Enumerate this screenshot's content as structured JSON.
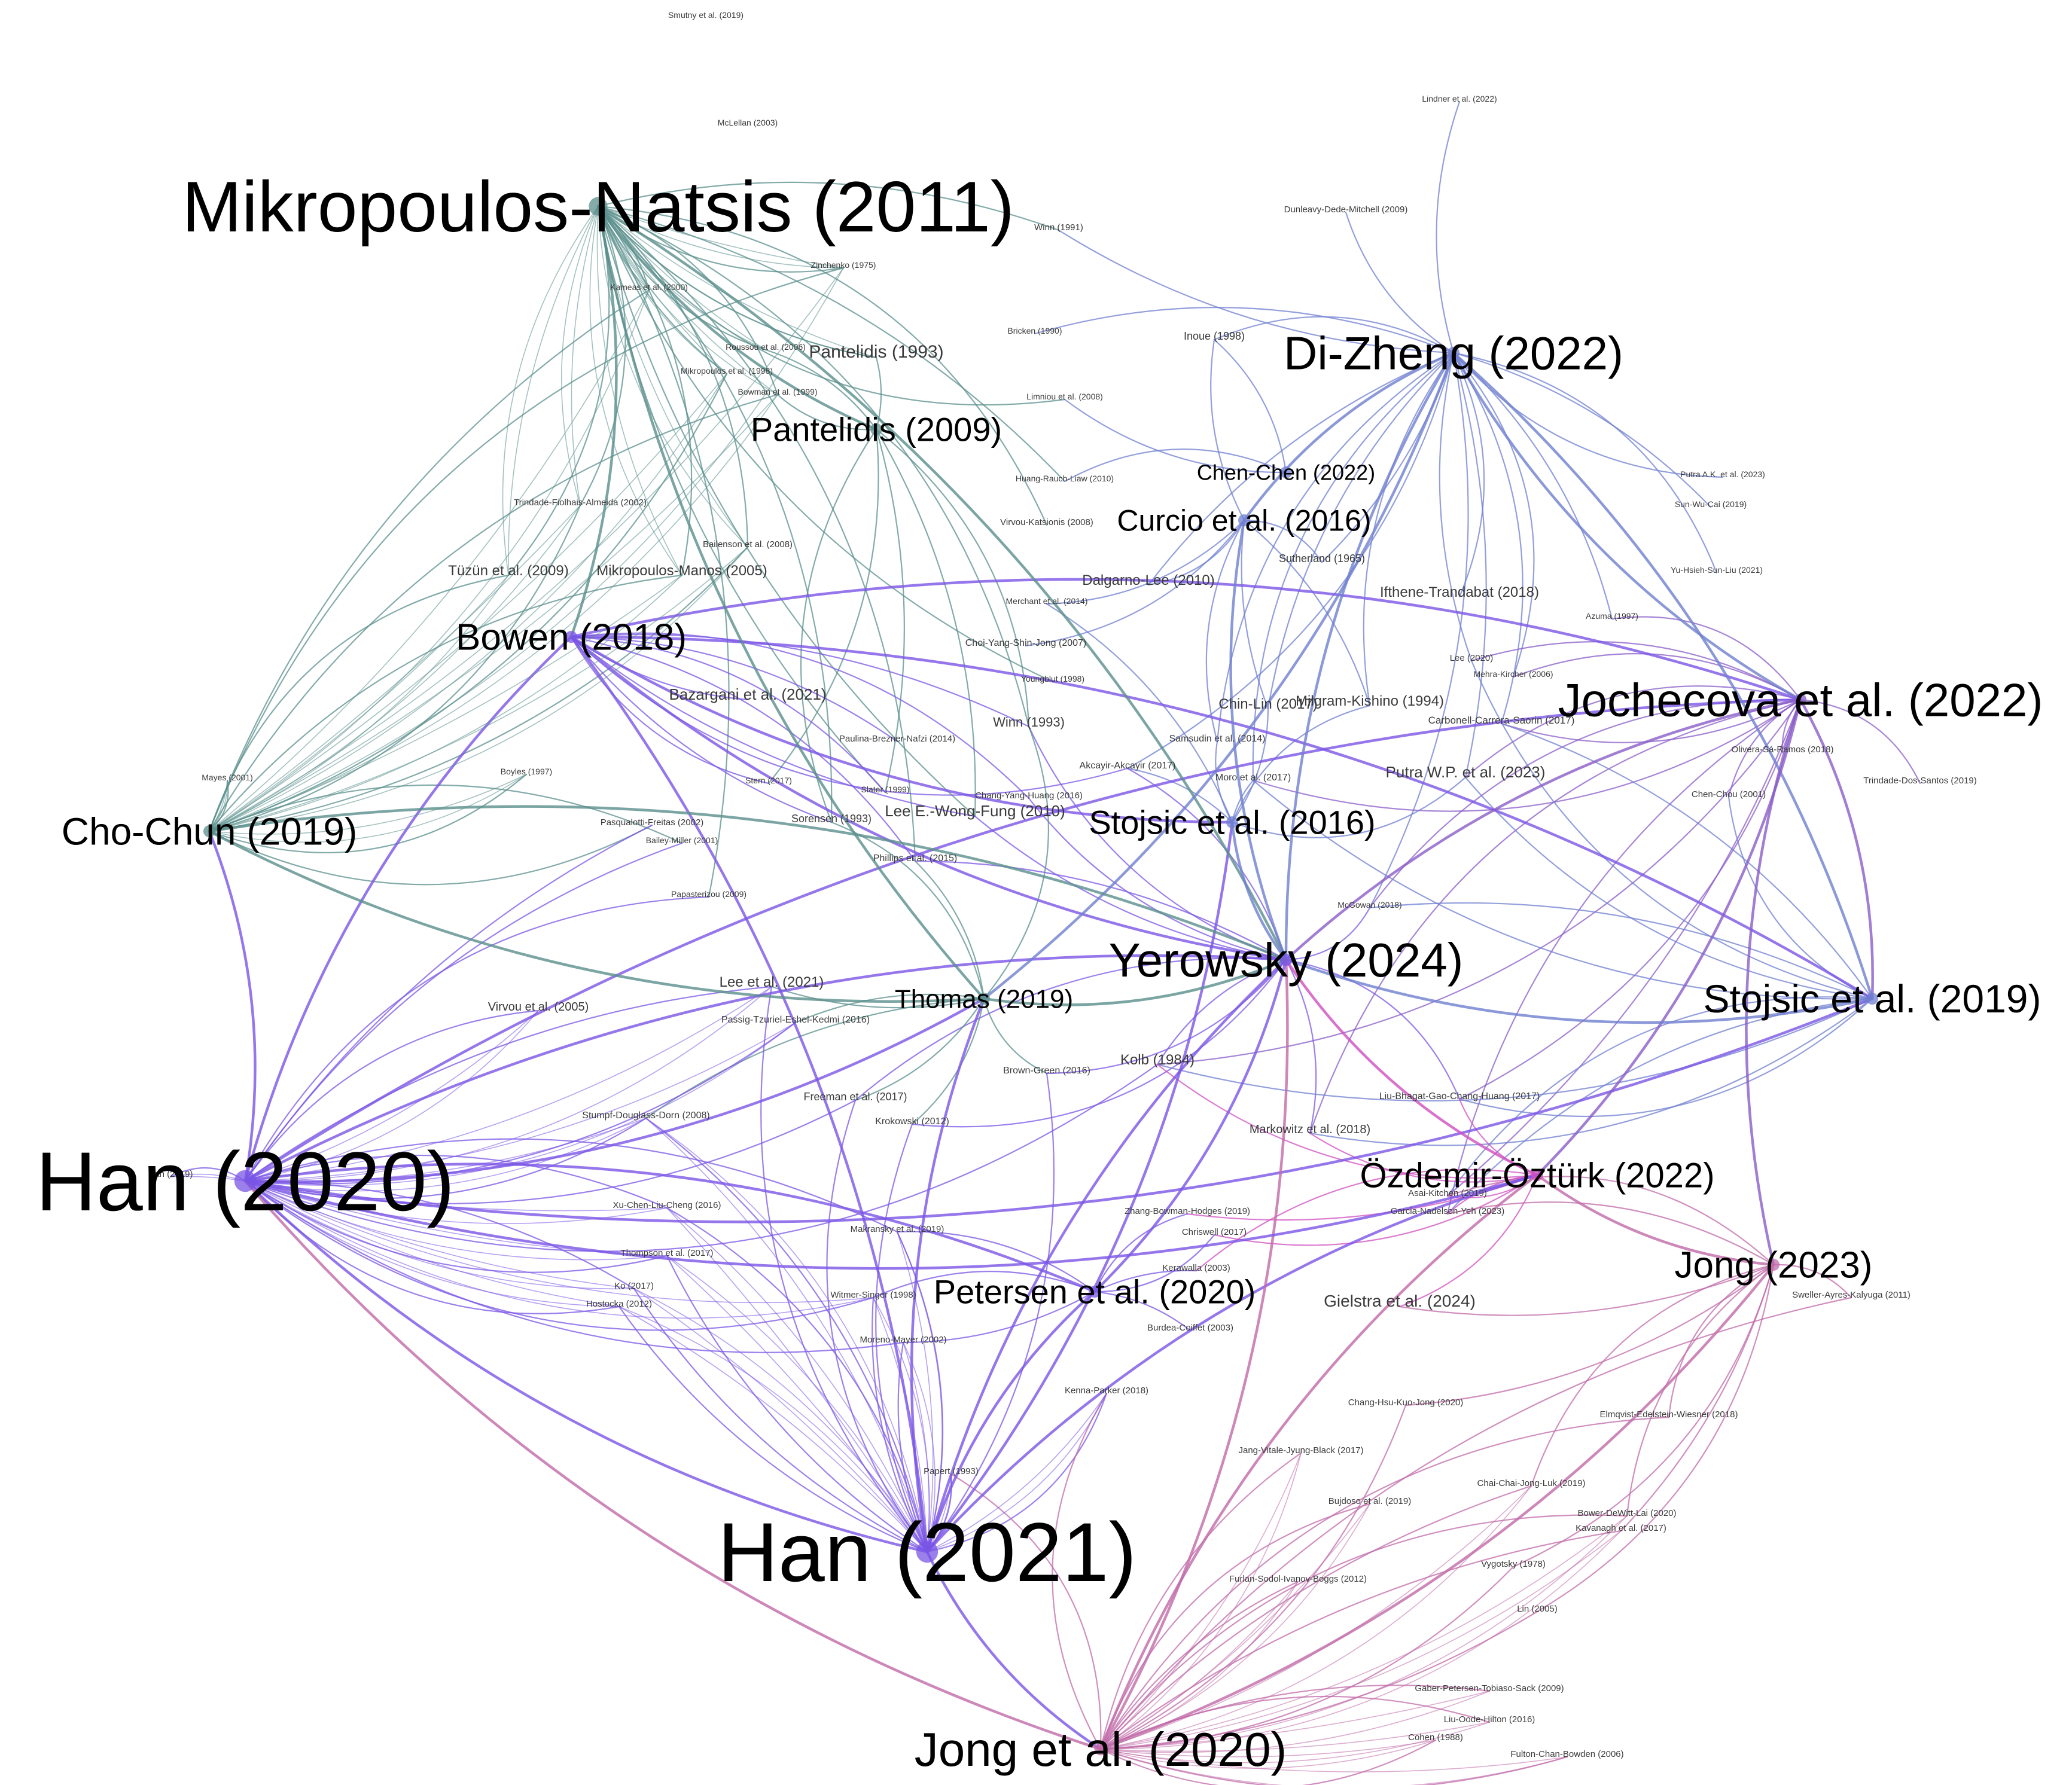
{
  "colors": {
    "teal": "#5a8f8c",
    "blue": "#6f7fd0",
    "purple": "#7a55e6",
    "violet": "#8a5cc8",
    "magenta": "#d04fc0",
    "pink": "#c06aa8"
  },
  "hubs": [
    {
      "id": "mikro",
      "label": "Mikropoulos-Natsis (2011)"
    },
    {
      "id": "dizheng",
      "label": "Di-Zheng (2022)"
    },
    {
      "id": "pantel2009",
      "label": "Pantelidis (2009)"
    },
    {
      "id": "chenchen",
      "label": "Chen-Chen (2022)"
    },
    {
      "id": "curcio",
      "label": "Curcio et al. (2016)"
    },
    {
      "id": "bowen",
      "label": "Bowen (2018)"
    },
    {
      "id": "jochecova",
      "label": "Jochecova et al. (2022)"
    },
    {
      "id": "chochun",
      "label": "Cho-Chun (2019)"
    },
    {
      "id": "stojsic2016",
      "label": "Stojsic et al. (2016)"
    },
    {
      "id": "yerowsky",
      "label": "Yerowsky (2024)"
    },
    {
      "id": "stojsic2019",
      "label": "Stojsic et al. (2019)"
    },
    {
      "id": "thomas",
      "label": "Thomas (2019)"
    },
    {
      "id": "han2020",
      "label": "Han (2020)"
    },
    {
      "id": "ozdemir",
      "label": "Özdemir-Öztürk (2022)"
    },
    {
      "id": "jong2023",
      "label": "Jong (2023)"
    },
    {
      "id": "petersen",
      "label": "Petersen et al. (2020)"
    },
    {
      "id": "han2021",
      "label": "Han (2021)"
    },
    {
      "id": "jong2020",
      "label": "Jong et al. (2020)"
    }
  ],
  "minor_nodes": [
    {
      "id": "smutny",
      "label": "Smutny et al. (2019)"
    },
    {
      "id": "mclellan",
      "label": "McLellan (2003)"
    },
    {
      "id": "lindner",
      "label": "Lindner et al. (2022)"
    },
    {
      "id": "dunleavy",
      "label": "Dunleavy-Dede-Mitchell (2009)"
    },
    {
      "id": "winn91",
      "label": "Winn (1991)"
    },
    {
      "id": "zinchenko",
      "label": "Zinchenko (1975)"
    },
    {
      "id": "kameas",
      "label": "Kameas et al. (2000)"
    },
    {
      "id": "inoue",
      "label": "Inoue (1998)"
    },
    {
      "id": "brickens",
      "label": "Bricken (1990)"
    },
    {
      "id": "pantel1993",
      "label": "Pantelidis (1993)"
    },
    {
      "id": "roussou",
      "label": "Roussou et al. (2006)"
    },
    {
      "id": "mikropoulos98",
      "label": "Mikropoulos et al. (1998)"
    },
    {
      "id": "bowman",
      "label": "Bowman et al. (1999)"
    },
    {
      "id": "limniou",
      "label": "Limniou et al. (2008)"
    },
    {
      "id": "putraak",
      "label": "Putra A.K. et al. (2023)"
    },
    {
      "id": "huang",
      "label": "Huang-Rauch-Liaw (2010)"
    },
    {
      "id": "sunwu",
      "label": "Sun-Wu-Cai (2019)"
    },
    {
      "id": "trindade",
      "label": "Trindade-Fiolhais-Almeida (2002)"
    },
    {
      "id": "virvou08",
      "label": "Virvou-Katsionis (2008)"
    },
    {
      "id": "bailenson",
      "label": "Bailenson et al. (2008)"
    },
    {
      "id": "tuzun",
      "label": "Tüzün et al. (2009)"
    },
    {
      "id": "mikromanos",
      "label": "Mikropoulos-Manos (2005)"
    },
    {
      "id": "sutherland",
      "label": "Sutherland (1965)"
    },
    {
      "id": "yuhsieh",
      "label": "Yu-Hsieh-Sun-Liu (2021)"
    },
    {
      "id": "ifthene",
      "label": "Ifthene-Trandabat (2018)"
    },
    {
      "id": "dalgarno",
      "label": "Dalgarno-Lee (2010)"
    },
    {
      "id": "azuma",
      "label": "Azuma (1997)"
    },
    {
      "id": "merchant",
      "label": "Merchant et al. (2014)"
    },
    {
      "id": "choi",
      "label": "Choi-Yang-Shin-Jong (2007)"
    },
    {
      "id": "lee2020",
      "label": "Lee (2020)"
    },
    {
      "id": "mehra",
      "label": "Mehra-Kircher (2006)"
    },
    {
      "id": "youngblut",
      "label": "Youngblut (1998)"
    },
    {
      "id": "bazargani",
      "label": "Bazargani et al. (2021)"
    },
    {
      "id": "milgram",
      "label": "Milgram-Kishino (1994)"
    },
    {
      "id": "carbonell",
      "label": "Carbonell-Carrera-Saorin (2017)"
    },
    {
      "id": "winn93",
      "label": "Winn (1993)"
    },
    {
      "id": "chinlin",
      "label": "Chin-Lin (2017)"
    },
    {
      "id": "samsudin",
      "label": "Samsudin et al. (2014)"
    },
    {
      "id": "akcayir",
      "label": "Akcayir-Akcayir (2017)"
    },
    {
      "id": "paulina",
      "label": "Paulina-Brezner-Nafzi (2014)"
    },
    {
      "id": "putrawp",
      "label": "Putra W.P. et al. (2023)"
    },
    {
      "id": "mayes",
      "label": "Mayes (2001)"
    },
    {
      "id": "boyles",
      "label": "Boyles (1997)"
    },
    {
      "id": "stern",
      "label": "Stern (2017)"
    },
    {
      "id": "slater",
      "label": "Slater (1999)"
    },
    {
      "id": "chang",
      "label": "Chang-Yang-Huang (2016)"
    },
    {
      "id": "moro",
      "label": "Moro et al. (2017)"
    },
    {
      "id": "pasqualotti",
      "label": "Pasqualotti-Freitas (2002)"
    },
    {
      "id": "sorensen",
      "label": "Sorensen (1993)"
    },
    {
      "id": "leewong",
      "label": "Lee E.-Wong-Fung (2010)"
    },
    {
      "id": "bailey",
      "label": "Bailey-Miller (2001)"
    },
    {
      "id": "phillips",
      "label": "Phillips et al. (2015)"
    },
    {
      "id": "papasterizou",
      "label": "Papasterizou (2009)"
    },
    {
      "id": "mcgowan",
      "label": "McGowan (2018)"
    },
    {
      "id": "leeet",
      "label": "Lee et al. (2021)"
    },
    {
      "id": "virvou05",
      "label": "Virvou et al. (2005)"
    },
    {
      "id": "passig",
      "label": "Passig-Tzuriel-Eshel-Kedmi (2016)"
    },
    {
      "id": "kolb",
      "label": "Kolb (1984)"
    },
    {
      "id": "brown",
      "label": "Brown-Green (2016)"
    },
    {
      "id": "freeman",
      "label": "Freeman et al. (2017)"
    },
    {
      "id": "stumpf",
      "label": "Stumpf-Douglass-Dorn (2008)"
    },
    {
      "id": "krokowski",
      "label": "Krokowski (2012)"
    },
    {
      "id": "liubhagat",
      "label": "Liu-Bhagat-Gao-Chang-Huang (2017)"
    },
    {
      "id": "markowitz",
      "label": "Markowitz et al. (2018)"
    },
    {
      "id": "hanref",
      "label": "Han (2019)"
    },
    {
      "id": "xuchen",
      "label": "Xu-Chen-Liu-Cheng (2016)"
    },
    {
      "id": "thompson",
      "label": "Thompson et al. (2017)"
    },
    {
      "id": "ko",
      "label": "Ko (2017)"
    },
    {
      "id": "hostocka",
      "label": "Hostocka (2012)"
    },
    {
      "id": "witmer",
      "label": "Witmer-Singer (1998)"
    },
    {
      "id": "moreno",
      "label": "Moreno-Mayer (2002)"
    },
    {
      "id": "makransky",
      "label": "Makransky et al. (2019)"
    },
    {
      "id": "zhang",
      "label": "Zhang-Bowman-Hodges (2019)"
    },
    {
      "id": "chriswell",
      "label": "Chriswell (2017)"
    },
    {
      "id": "kerawalla",
      "label": "Kerawalla (2003)"
    },
    {
      "id": "asai",
      "label": "Asai-Kitchen (2019)"
    },
    {
      "id": "garcia",
      "label": "Garcia-Nadelson-Yeh (2023)"
    },
    {
      "id": "gielstra",
      "label": "Gielstra et al. (2024)"
    },
    {
      "id": "sweller",
      "label": "Sweller-Ayres-Kalyuga (2011)"
    },
    {
      "id": "burdea",
      "label": "Burdea-Coiffet (2003)"
    },
    {
      "id": "kenna",
      "label": "Kenna-Parker (2018)"
    },
    {
      "id": "chang2020",
      "label": "Chang-Hsu-Kuo-Jong (2020)"
    },
    {
      "id": "elmqvist",
      "label": "Elmqvist-Edelstein-Wiesner (2018)"
    },
    {
      "id": "jang",
      "label": "Jang-Vitale-Jyung-Black (2017)"
    },
    {
      "id": "papert",
      "label": "Papert (1993)"
    },
    {
      "id": "bujdoso",
      "label": "Bujdoso et al. (2019)"
    },
    {
      "id": "chai",
      "label": "Chai-Chai-Jong-Luk (2019)"
    },
    {
      "id": "bower",
      "label": "Bower-DeWitt-Lai (2020)"
    },
    {
      "id": "kavanagh",
      "label": "Kavanagh et al. (2017)"
    },
    {
      "id": "vygotsky",
      "label": "Vygotsky (1978)"
    },
    {
      "id": "furlan",
      "label": "Furlan-Sodol-Ivanov-Boggs (2012)"
    },
    {
      "id": "lin",
      "label": "Lin (2005)"
    },
    {
      "id": "gaber",
      "label": "Gaber-Petersen-Tobiaso-Sack (2009)"
    },
    {
      "id": "liuoode",
      "label": "Liu-Oode-Hilton (2016)"
    },
    {
      "id": "cohen",
      "label": "Cohen (1988)"
    },
    {
      "id": "fulton",
      "label": "Fulton-Chan-Bowden (2006)"
    },
    {
      "id": "olivera",
      "label": "Olivera-Sá-Ramos (2018)"
    },
    {
      "id": "trindadedos",
      "label": "Trindade-Dos-Santos (2019)"
    },
    {
      "id": "chenchou",
      "label": "Chen-Chou (2001)"
    }
  ]
}
